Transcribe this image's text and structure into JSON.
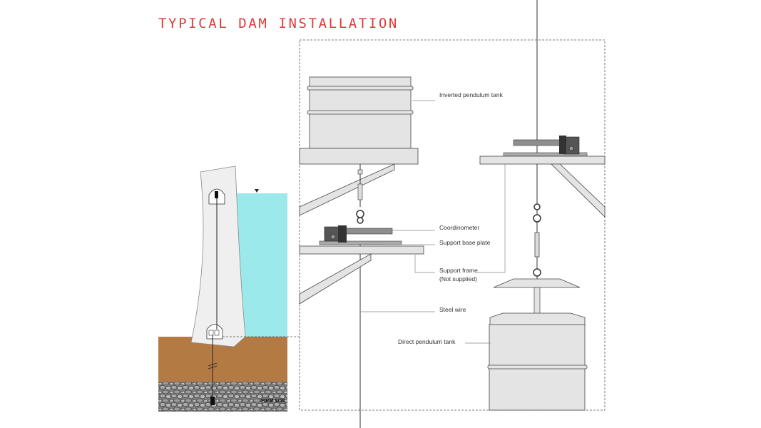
{
  "title": "TYPICAL DAM INSTALLATION",
  "labels": {
    "inverted_tank": "Inverted pendulum tank",
    "coordinometer": "Coordinometer",
    "support_base_plate": "Support base plate",
    "support_frame_1": "Support frame",
    "support_frame_2": "(Not supplied)",
    "steel_wire": "Steel wire",
    "direct_tank": "Direct pendulum tank",
    "firm_soil": "FIRM SOIL"
  },
  "colors": {
    "title": "#e03a3a",
    "water": "#9be9eb",
    "earth": "#b47a44",
    "rock": "#8a8a8a",
    "dam": "#eeeeee",
    "tank": "#e4e4e4",
    "outline": "#444444"
  }
}
